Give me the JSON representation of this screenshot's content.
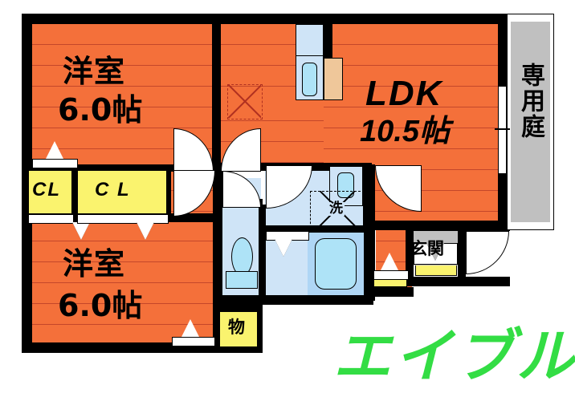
{
  "plan": {
    "title": "2LDK apartment floor plan",
    "rooms": [
      {
        "id": "bedroom-top",
        "label": "洋室",
        "size": "6.0帖",
        "type": "western-room"
      },
      {
        "id": "bedroom-bottom",
        "label": "洋室",
        "size": "6.0帖",
        "type": "western-room"
      },
      {
        "id": "ldk",
        "label": "LDK",
        "size": "10.5帖",
        "type": "living-dining-kitchen"
      },
      {
        "id": "closet-1",
        "label": "CL",
        "size": "",
        "type": "closet"
      },
      {
        "id": "closet-2",
        "label": "CL",
        "size": "",
        "type": "closet"
      },
      {
        "id": "entrance",
        "label": "玄関",
        "size": "",
        "type": "entrance"
      },
      {
        "id": "storage",
        "label": "物",
        "size": "",
        "type": "storage"
      },
      {
        "id": "laundry",
        "label": "洗",
        "size": "",
        "type": "washing-machine"
      },
      {
        "id": "private-garden",
        "label": "専用庭",
        "size": "",
        "type": "private-garden"
      }
    ],
    "labels": {
      "bedroom_top_name": "洋室",
      "bedroom_top_size": "6.0帖",
      "bedroom_bottom_name": "洋室",
      "bedroom_bottom_size": "6.0帖",
      "ldk_name": "LDK",
      "ldk_size": "10.5帖",
      "closet_left": "CL",
      "closet_right": "C L",
      "entrance": "玄関",
      "storage": "物",
      "washer": "洗",
      "garden": "専用庭"
    },
    "watermark": "エイブル",
    "colors": {
      "floor": "#F4703A",
      "floor_line": "#C4472A",
      "wall": "#000000",
      "water_area": "#CFE4F7",
      "fixture": "#AEE3F7",
      "closet_yellow": "#FAF36E",
      "garden_gray": "#C0C0C0",
      "kitchen_counter": "#EFC79A",
      "watermark_green": "#33DD44"
    }
  }
}
